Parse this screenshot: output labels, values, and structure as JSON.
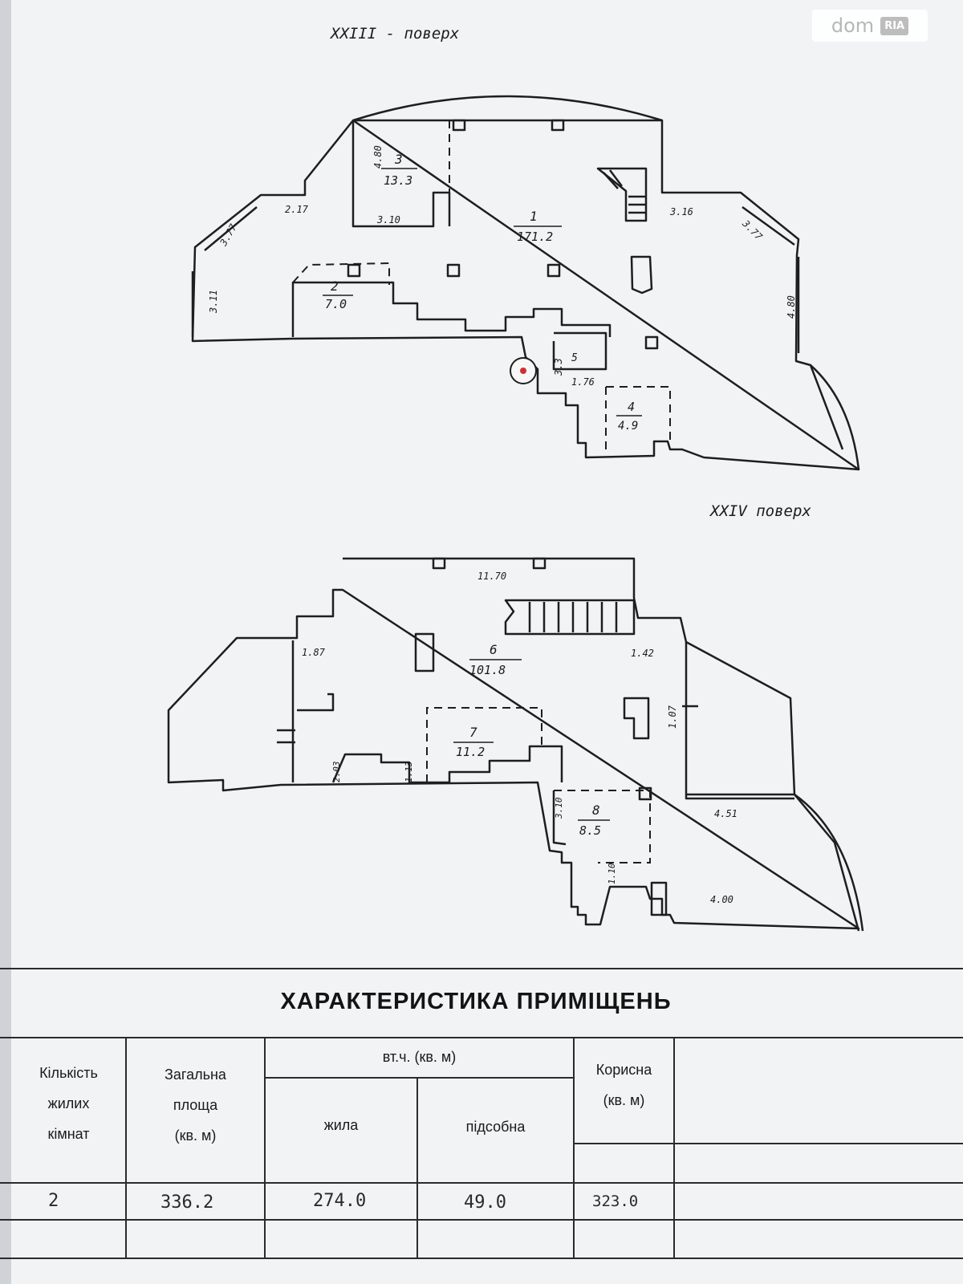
{
  "plans": {
    "floor_23_label": "XXIII - поверх",
    "floor_24_label": "XXIV поверх",
    "floor_23": {
      "rooms": [
        {
          "num": "3",
          "area": "13.3"
        },
        {
          "num": "1",
          "area": "171.2"
        },
        {
          "num": "2",
          "area": "7.0"
        },
        {
          "num": "5",
          "area": "3.3"
        },
        {
          "num": "4",
          "area": "4.9"
        }
      ],
      "dims": [
        "4.80",
        "2.17",
        "3.10",
        "3.16",
        "3.77",
        "3.77",
        "3.11",
        "4.80",
        "1.76"
      ]
    },
    "floor_24": {
      "rooms": [
        {
          "num": "6",
          "area": "101.8"
        },
        {
          "num": "7",
          "area": "11.2"
        },
        {
          "num": "8",
          "area": "8.5"
        }
      ],
      "dims": [
        "11.70",
        "1.87",
        "1.42",
        "1.07",
        "2.03",
        "1.13",
        "4.51",
        "3.10",
        "4.00",
        "1.10"
      ]
    }
  },
  "watermark": {
    "brand": "dom",
    "badge": "RIA"
  },
  "table": {
    "title": "ХАРАКТЕРИСТИКА ПРИМІЩЕНЬ",
    "headers": {
      "rooms": [
        "Кількість",
        "жилих",
        "кімнат"
      ],
      "total": [
        "Загальна",
        "площа",
        "(кв. м)"
      ],
      "including": "вт.ч. (кв. м)",
      "living": "жила",
      "auxiliary": "підсобна",
      "useful": [
        "Корисна",
        "(кв. м)"
      ]
    },
    "values": {
      "rooms": "2",
      "total": "336.2",
      "living": "274.0",
      "auxiliary": "49.0",
      "useful": "323.0"
    }
  }
}
